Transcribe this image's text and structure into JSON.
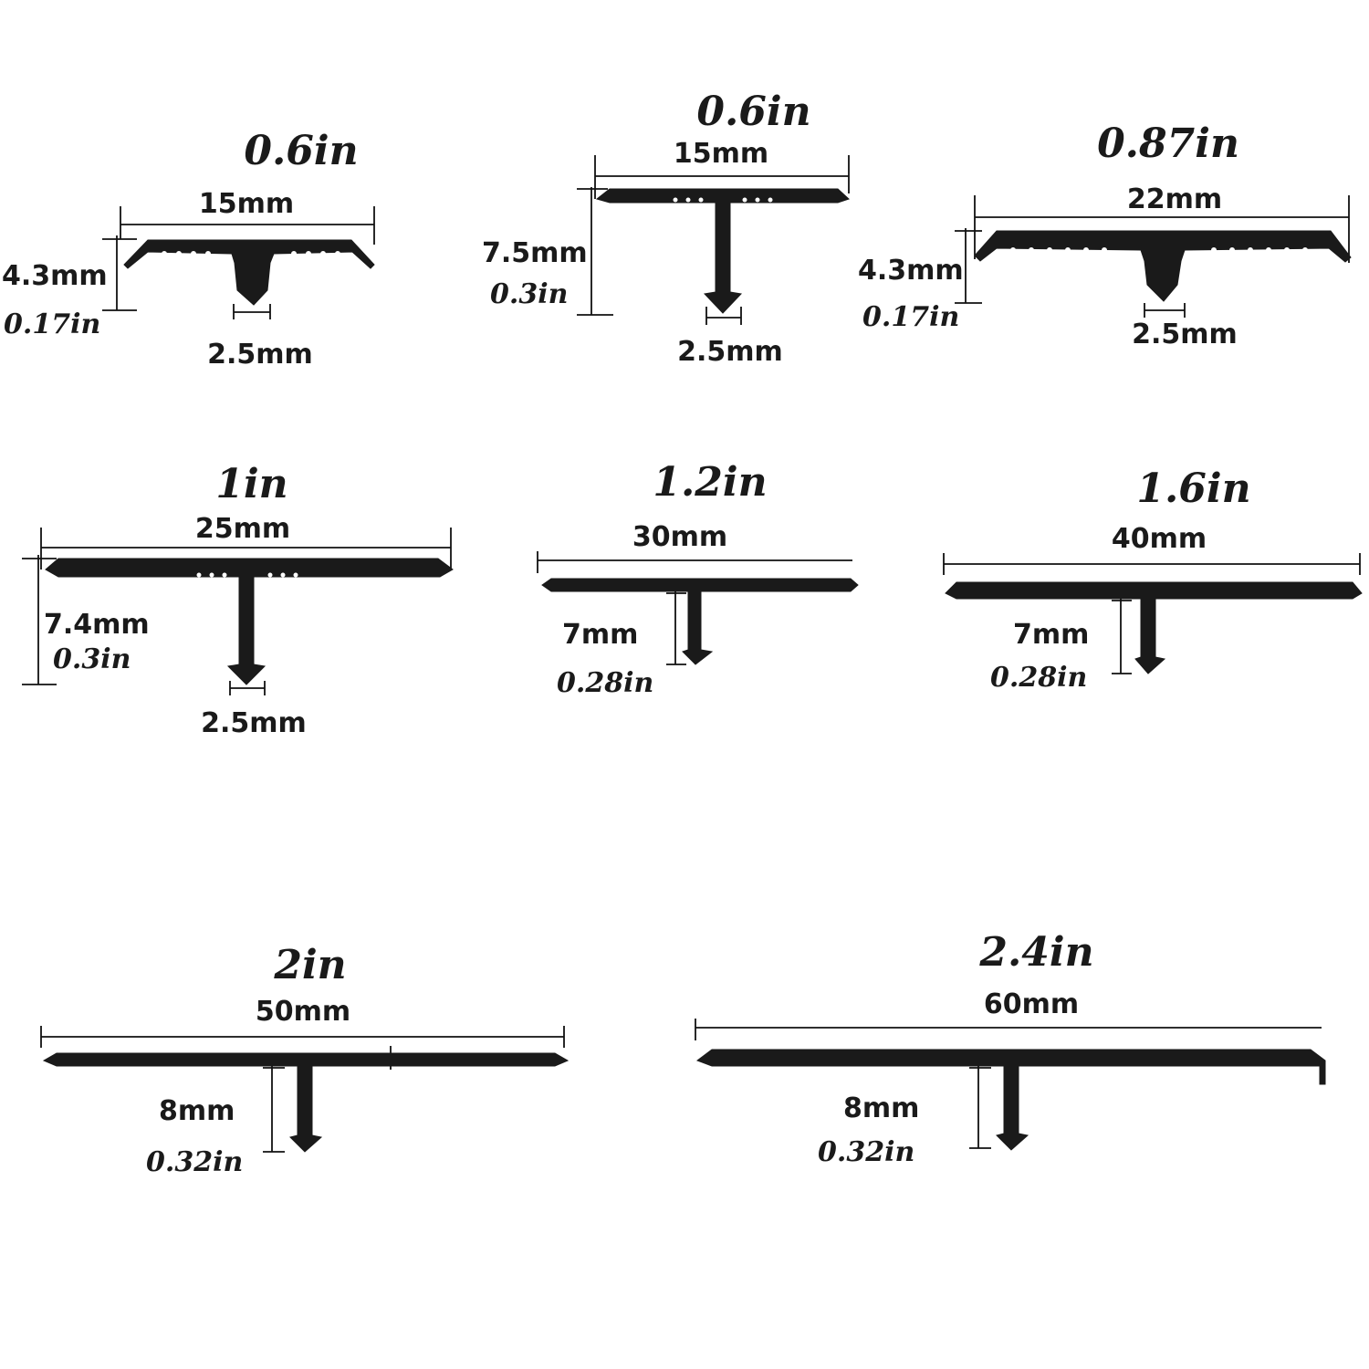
{
  "profiles": [
    {
      "width_in": "0.6in",
      "width_mm": "15mm",
      "height_mm": "4.3mm",
      "height_in": "0.17in",
      "stem_mm": "2.5mm"
    },
    {
      "width_in": "0.6in",
      "width_mm": "15mm",
      "height_mm": "7.5mm",
      "height_in": "0.3in",
      "stem_mm": "2.5mm"
    },
    {
      "width_in": "0.87in",
      "width_mm": "22mm",
      "height_mm": "4.3mm",
      "height_in": "0.17in",
      "stem_mm": "2.5mm"
    },
    {
      "width_in": "1in",
      "width_mm": "25mm",
      "height_mm": "7.4mm",
      "height_in": "0.3in",
      "stem_mm": "2.5mm"
    },
    {
      "width_in": "1.2in",
      "width_mm": "30mm",
      "height_mm": "7mm",
      "height_in": "0.28in"
    },
    {
      "width_in": "1.6in",
      "width_mm": "40mm",
      "height_mm": "7mm",
      "height_in": "0.28in"
    },
    {
      "width_in": "2in",
      "width_mm": "50mm",
      "height_mm": "8mm",
      "height_in": "0.32in"
    },
    {
      "width_in": "2.4in",
      "width_mm": "60mm",
      "height_mm": "8mm",
      "height_in": "0.32in"
    }
  ]
}
